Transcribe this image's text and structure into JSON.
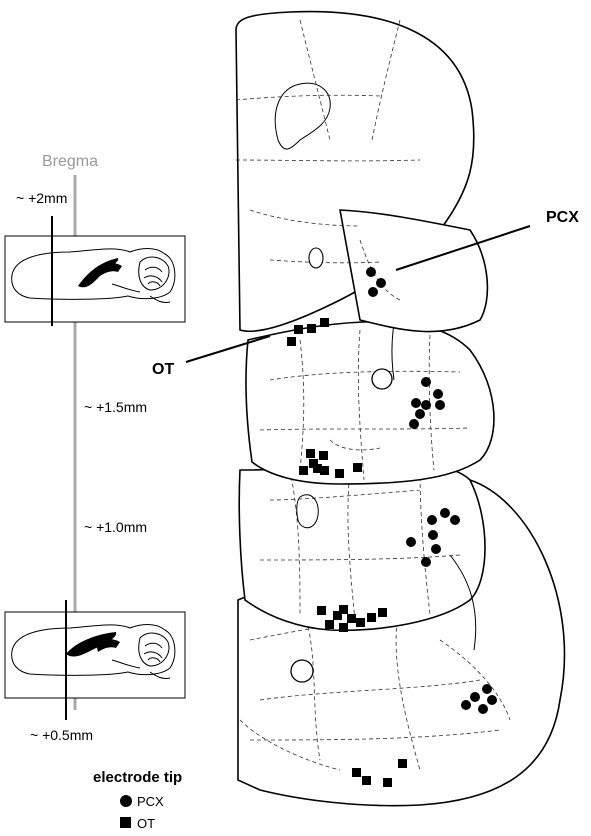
{
  "bregma_label": "Bregma",
  "coordinates": {
    "plus_2": "~ +2mm",
    "plus_1_5": "~ +1.5mm",
    "plus_1_0": "~ +1.0mm",
    "plus_0_5": "~ +0.5mm"
  },
  "region_labels": {
    "pcx": "PCX",
    "ot": "OT"
  },
  "legend": {
    "title": "electrode tip",
    "items": [
      {
        "marker": "circle",
        "label": "PCX"
      },
      {
        "marker": "square",
        "label": "OT"
      }
    ]
  },
  "colors": {
    "bregma_line": "#aaaaaa",
    "bregma_text": "#999999",
    "marker": "#000000",
    "outline": "#000000"
  }
}
